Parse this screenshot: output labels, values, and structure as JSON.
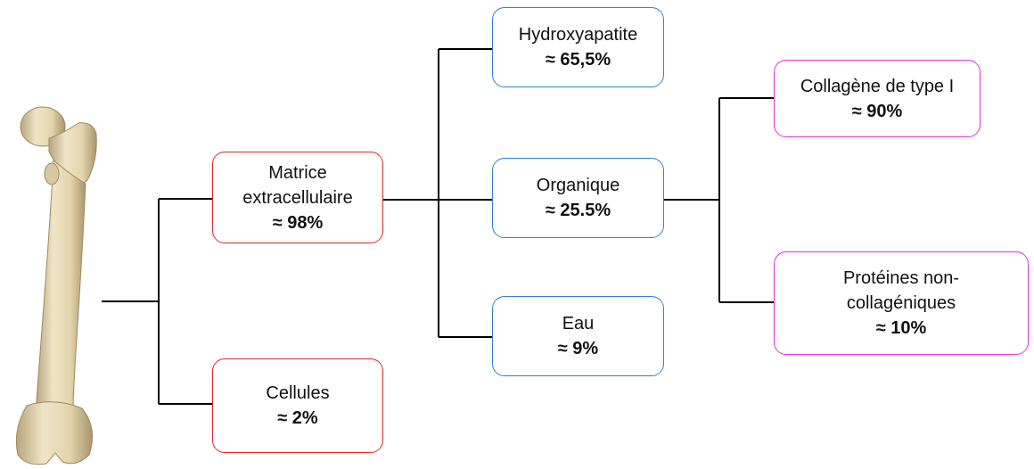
{
  "colors": {
    "level1_border": "#e0262b",
    "level2_border": "#2f7fd8",
    "level3_border": "#e02ee0",
    "connector": "#000000",
    "bone_fill": "#e8dcbc",
    "bone_shadow": "#b8a57e"
  },
  "bone": {
    "icon": "femur-bone-image"
  },
  "nodes": {
    "matrice": {
      "label_line1": "Matrice",
      "label_line2": "extracellulaire",
      "percent": "≈ 98%"
    },
    "cellules": {
      "label": "Cellules",
      "percent": "≈ 2%"
    },
    "hydroxyapatite": {
      "label": "Hydroxyapatite",
      "percent": "≈ 65,5%"
    },
    "organique": {
      "label": "Organique",
      "percent": "≈ 25.5%"
    },
    "eau": {
      "label": "Eau",
      "percent": "≈ 9%"
    },
    "collagene": {
      "label": "Collagène de type I",
      "percent": "≈ 90%"
    },
    "proteines": {
      "label_line1": "Protéines non-",
      "label_line2": "collagéniques",
      "percent": "≈ 10%"
    }
  }
}
